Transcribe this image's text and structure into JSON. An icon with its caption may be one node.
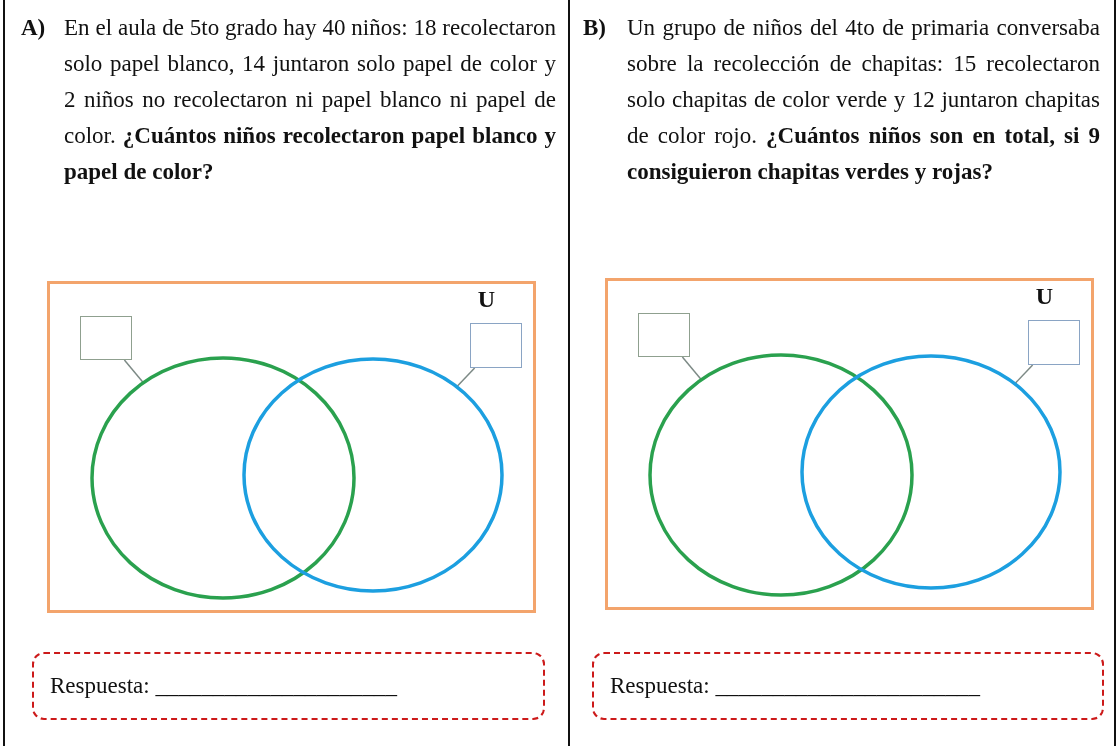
{
  "diagram": {
    "nodes": [
      {
        "text": [
          "A)",
          "En el aula de 5to grado hay 40 niños: 18 recolectaron solo papel blanco, 14 juntaron solo papel de color y 2 niños no recolectaron ni papel blanco ni papel de color. **¿Cuántos niños recolectaron papel blanco y papel de color?**"
        ]
      },
      {
        "text": [
          "U"
        ],
        "in": 0
      },
      {
        "text": [],
        "shape": "box",
        "in": 1
      },
      {
        "text": [],
        "shape": "box",
        "in": 1
      },
      {
        "text": [],
        "shape": "circle",
        "in": 1
      },
      {
        "text": [],
        "shape": "circle",
        "in": 1
      },
      {
        "text": [
          "Respuesta: _____________________"
        ],
        "in": 0
      },
      {
        "text": [
          "B)",
          "Un grupo de niños del 4to de primaria conversaba sobre la recolección de chapitas: 15 recolectaron solo chapitas de color verde y 12 juntaron chapitas de color rojo. **¿Cuántos niños son en total, si 9 consiguieron chapitas verdes y rojas?**"
        ]
      },
      {
        "text": [
          "U"
        ],
        "in": 7
      },
      {
        "text": [],
        "shape": "box",
        "in": 8
      },
      {
        "text": [],
        "shape": "box",
        "in": 8
      },
      {
        "text": [],
        "shape": "circle",
        "in": 8
      },
      {
        "text": [],
        "shape": "circle",
        "in": 8
      },
      {
        "text": [
          "Respuesta: _______________________"
        ],
        "in": 7
      }
    ],
    "edges": [
      {
        "from": 2,
        "to": 4,
        "arrow": "none"
      },
      {
        "from": 3,
        "to": 5,
        "arrow": "none"
      },
      {
        "from": 9,
        "to": 11,
        "arrow": "none"
      },
      {
        "from": 10,
        "to": 12,
        "arrow": "none"
      }
    ]
  }
}
